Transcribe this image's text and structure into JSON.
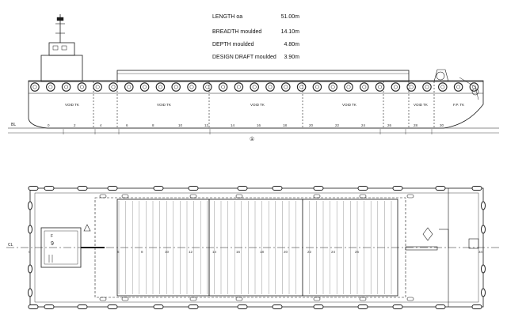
{
  "specs": [
    {
      "label": "LENGTH oa",
      "value": "51.00m"
    },
    {
      "label": "BREADTH moulded",
      "value": "14.10m"
    },
    {
      "label": "DEPTH moulded",
      "value": "4.80m"
    },
    {
      "label": "DESIGN DRAFT moulded",
      "value": "3.90m"
    }
  ],
  "profile": {
    "baseline_label": "BL",
    "centerline_mark": "①",
    "frame_numbers": [
      "0",
      "2",
      "4",
      "6",
      "8",
      "10",
      "12",
      "14",
      "16",
      "18",
      "20",
      "22",
      "24",
      "26",
      "28",
      "30"
    ],
    "tank_labels": [
      "VOID TK",
      "VOID TK",
      "VOID TK",
      "VOID TK",
      "VOID TK",
      "F.P. TK"
    ]
  },
  "plan": {
    "centerline_label": "CL",
    "frame_numbers": [
      "0",
      "6",
      "8",
      "10",
      "12",
      "14",
      "16",
      "18",
      "20",
      "22",
      "24",
      "26",
      "34"
    ],
    "deckhouse_label": "9",
    "deckhouse_mark": "F"
  },
  "colors": {
    "line": "#1a1a1a",
    "thin": "#555555",
    "fender": "#222222"
  }
}
